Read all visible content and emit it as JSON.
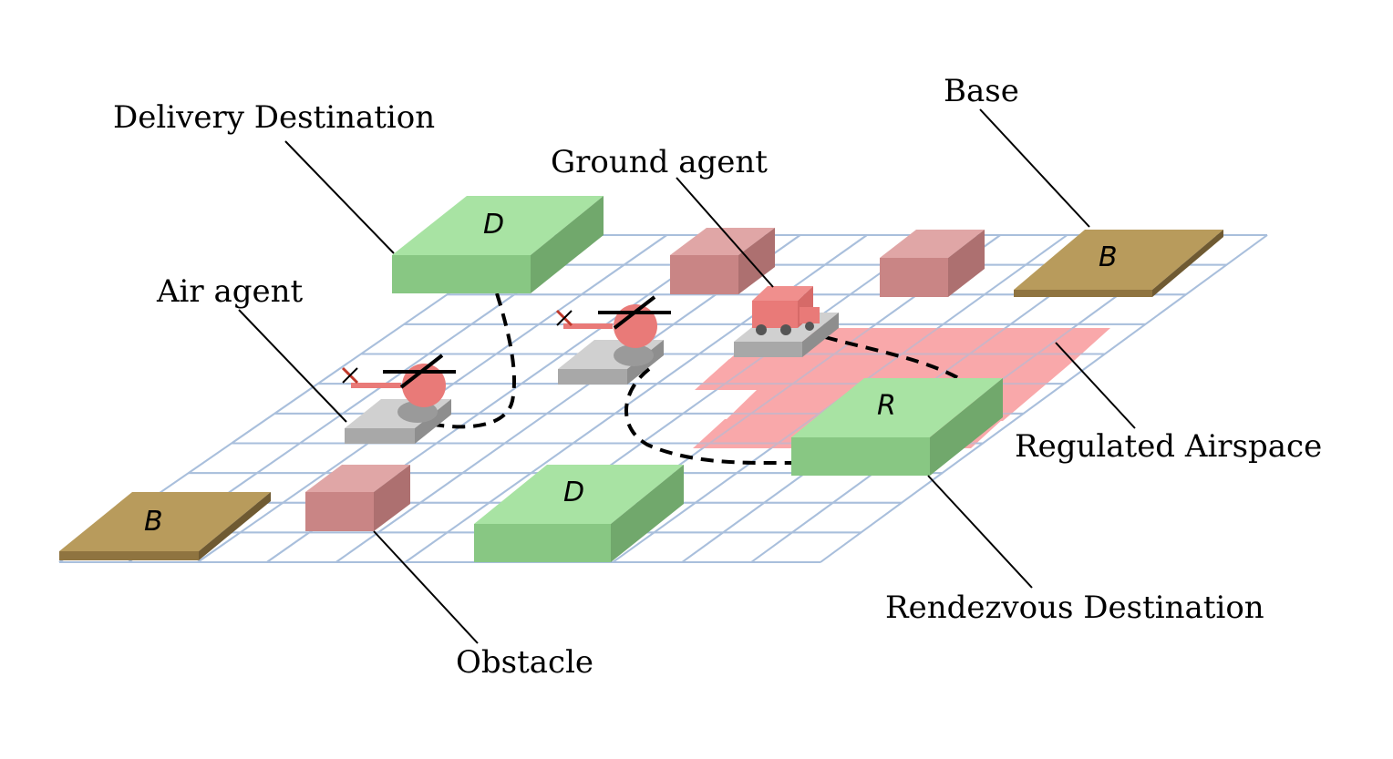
{
  "labels": {
    "delivery_destination": "Delivery Destination",
    "base": "Base",
    "ground_agent": "Ground agent",
    "air_agent": "Air agent",
    "regulated_airspace": "Regulated Airspace",
    "rendezvous_destination": "Rendezvous Destination",
    "obstacle": "Obstacle"
  },
  "block_letters": {
    "delivery": "D",
    "base": "B",
    "rendezvous": "R"
  },
  "colors": {
    "grid": "#a9bfdc",
    "destination_top": "#a8e3a3",
    "destination_front": "#88c783",
    "destination_side": "#71a86c",
    "base_top": "#b89b5c",
    "base_side": "#8f7440",
    "obstacle_top": "#e0a6a6",
    "obstacle_front": "#c98585",
    "obstacle_side": "#ad7070",
    "airspace": "#f9a8aa",
    "agent": "#e97a78",
    "pad": "#bdbdbd"
  }
}
